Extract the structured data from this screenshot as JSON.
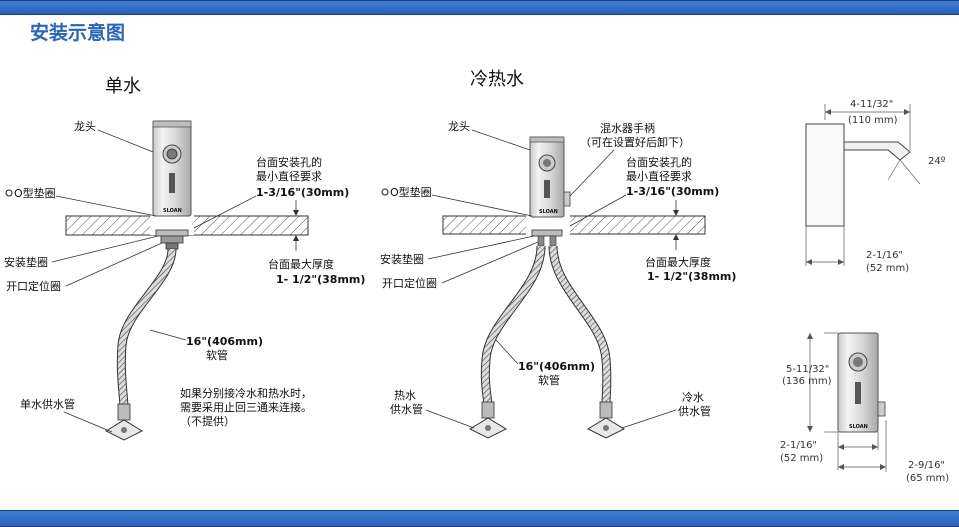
{
  "page_title": "安装示意图",
  "single": {
    "heading": "单水",
    "faucet": "龙头",
    "o_ring": "O型垫圈",
    "mount_gasket": "安装垫圈",
    "locating_ring": "开口定位圈",
    "hole_line1": "台面安装孔的",
    "hole_line2": "最小直径要求",
    "hole_dim": "1-3/16\"(30mm)",
    "thick_line1": "台面最大厚度",
    "thick_dim": "1- 1/2\"(38mm)",
    "hose_dim": "16\"(406mm)",
    "hose_label": "软管",
    "supply": "单水供水管",
    "note_line1": "如果分别接冷水和热水时，",
    "note_line2": "需要采用止回三通来连接。",
    "note_line3": "（不提供）",
    "brand": "SLOAN"
  },
  "hotcold": {
    "heading": "冷热水",
    "faucet": "龙头",
    "mixer_line1": "混水器手柄",
    "mixer_line2": "（可在设置好后卸下）",
    "o_ring": "O型垫圈",
    "mount_gasket": "安装垫圈",
    "locating_ring": "开口定位圈",
    "hole_line1": "台面安装孔的",
    "hole_line2": "最小直径要求",
    "hole_dim": "1-3/16\"(30mm)",
    "thick_line1": "台面最大厚度",
    "thick_dim": "1- 1/2\"(38mm)",
    "hose_dim": "16\"(406mm)",
    "hose_label": "软管",
    "hot_line1": "热水",
    "hot_line2": "供水管",
    "cold_line1": "冷水",
    "cold_line2": "供水管",
    "brand": "SLOAN"
  },
  "side_view": {
    "reach_in": "4-11/32\"",
    "reach_mm": "(110 mm)",
    "angle": "24º",
    "depth_in": "2-1/16\"",
    "depth_mm": "(52 mm)"
  },
  "front_view": {
    "height_in": "5-11/32\"",
    "height_mm": "(136 mm)",
    "base_in": "2-1/16\"",
    "base_mm": "(52 mm)",
    "width_in": "2-9/16\"",
    "width_mm": "(65 mm)",
    "brand": "SLOAN"
  },
  "colors": {
    "band": "#2a63b8",
    "title": "#2a63b8"
  }
}
